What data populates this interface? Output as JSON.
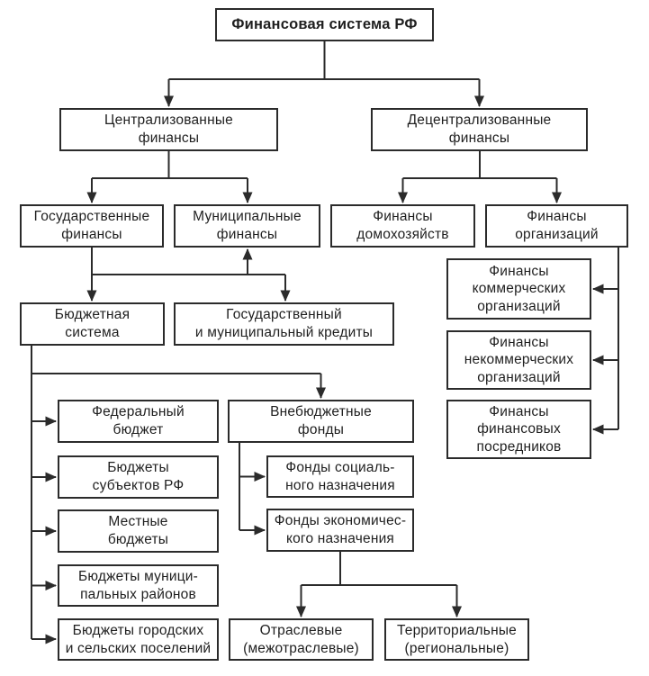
{
  "diagram": {
    "title": "Финансовая система РФ",
    "type": "hierarchy-flowchart",
    "colors": {
      "background": "#ffffff",
      "box_fill": "#ffffff",
      "box_border": "#2b2b2b",
      "line": "#2b2b2b",
      "text": "#1f1f1f"
    },
    "nodes": [
      {
        "id": "financial-system-rf",
        "label": "Финансовая система РФ"
      },
      {
        "id": "centralized-finances",
        "label": "Централизованные\nфинансы"
      },
      {
        "id": "decentralized-finances",
        "label": "Децентрализованные\nфинансы"
      },
      {
        "id": "state-finances",
        "label": "Государственные\nфинансы"
      },
      {
        "id": "municipal-finances",
        "label": "Муниципальные\nфинансы"
      },
      {
        "id": "household-finances",
        "label": "Финансы\nдомохозяйств"
      },
      {
        "id": "organization-finances",
        "label": "Финансы\nорганизаций"
      },
      {
        "id": "budget-system",
        "label": "Бюджетная\nсистема"
      },
      {
        "id": "state-municipal-credits",
        "label": "Государственный\nи муниципальный кредиты"
      },
      {
        "id": "commercial-org-finances",
        "label": "Финансы\nкоммерческих\nорганизаций"
      },
      {
        "id": "noncommercial-org-finances",
        "label": "Финансы\nнекоммерческих\nорганизаций"
      },
      {
        "id": "financial-intermediaries",
        "label": "Финансы\nфинансовых\nпосредников"
      },
      {
        "id": "federal-budget",
        "label": "Федеральный\nбюджет"
      },
      {
        "id": "subject-budgets",
        "label": "Бюджеты\nсубъектов РФ"
      },
      {
        "id": "local-budgets",
        "label": "Местные\nбюджеты"
      },
      {
        "id": "municipal-district-budgets",
        "label": "Бюджеты муници-\nпальных районов"
      },
      {
        "id": "settlement-budgets",
        "label": "Бюджеты городских\nи сельских поселений"
      },
      {
        "id": "extrabudgetary-funds",
        "label": "Внебюджетные\nфонды"
      },
      {
        "id": "social-purpose-funds",
        "label": "Фонды социаль-\nного назначения"
      },
      {
        "id": "economic-purpose-funds",
        "label": "Фонды экономичес-\nкого назначения"
      },
      {
        "id": "sectoral-funds",
        "label": "Отраслевые\n(межотраслевые)"
      },
      {
        "id": "territorial-funds",
        "label": "Территориальные\n(региональные)"
      }
    ]
  }
}
